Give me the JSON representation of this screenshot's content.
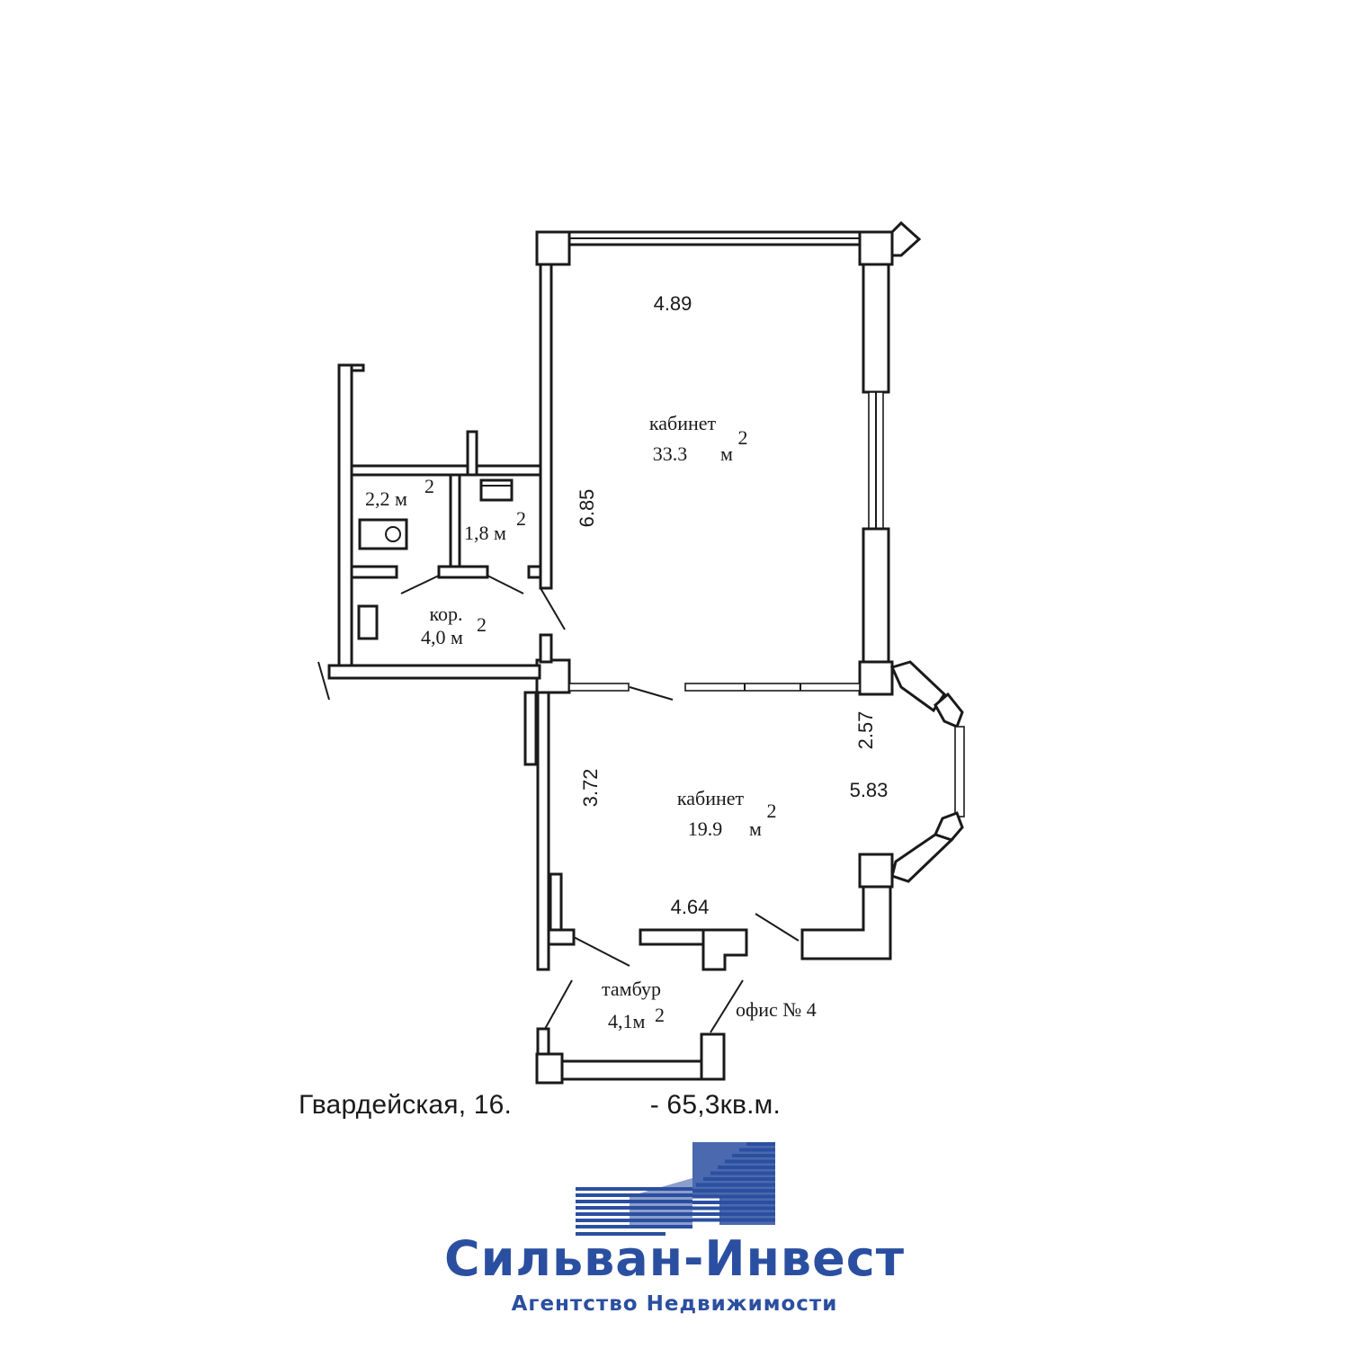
{
  "colors": {
    "ink": "#1a1a1a",
    "brand": "#2b4fa0"
  },
  "rooms": {
    "office_large": {
      "name": "кабинет",
      "area": "33.3",
      "unit": "м",
      "sup": "2"
    },
    "office_small": {
      "name": "кабинет",
      "area": "19.9",
      "unit": "м",
      "sup": "2"
    },
    "wc_left": {
      "area": "2,2 м",
      "sup": "2"
    },
    "wc_right": {
      "area": "1,8 м",
      "sup": "2"
    },
    "corridor": {
      "name": "кор.",
      "area": "4,0 м",
      "sup": "2"
    },
    "vestibule": {
      "name": "тамбур",
      "area": "4,1м",
      "sup": "2"
    }
  },
  "dimensions": {
    "top_width": "4.89",
    "left_height": "6.85",
    "bay_height": "2.57",
    "right_width": "5.83",
    "lower_left_height": "3.72",
    "bottom_width": "4.64"
  },
  "unit_label": "офис № 4",
  "address": "Гвардейская, 16.                  - 65,3кв.м.",
  "brand": {
    "name": "Сильван-Инвест",
    "tagline": "Агентство Недвижимости",
    "logo_icon": "building-logo-icon"
  }
}
